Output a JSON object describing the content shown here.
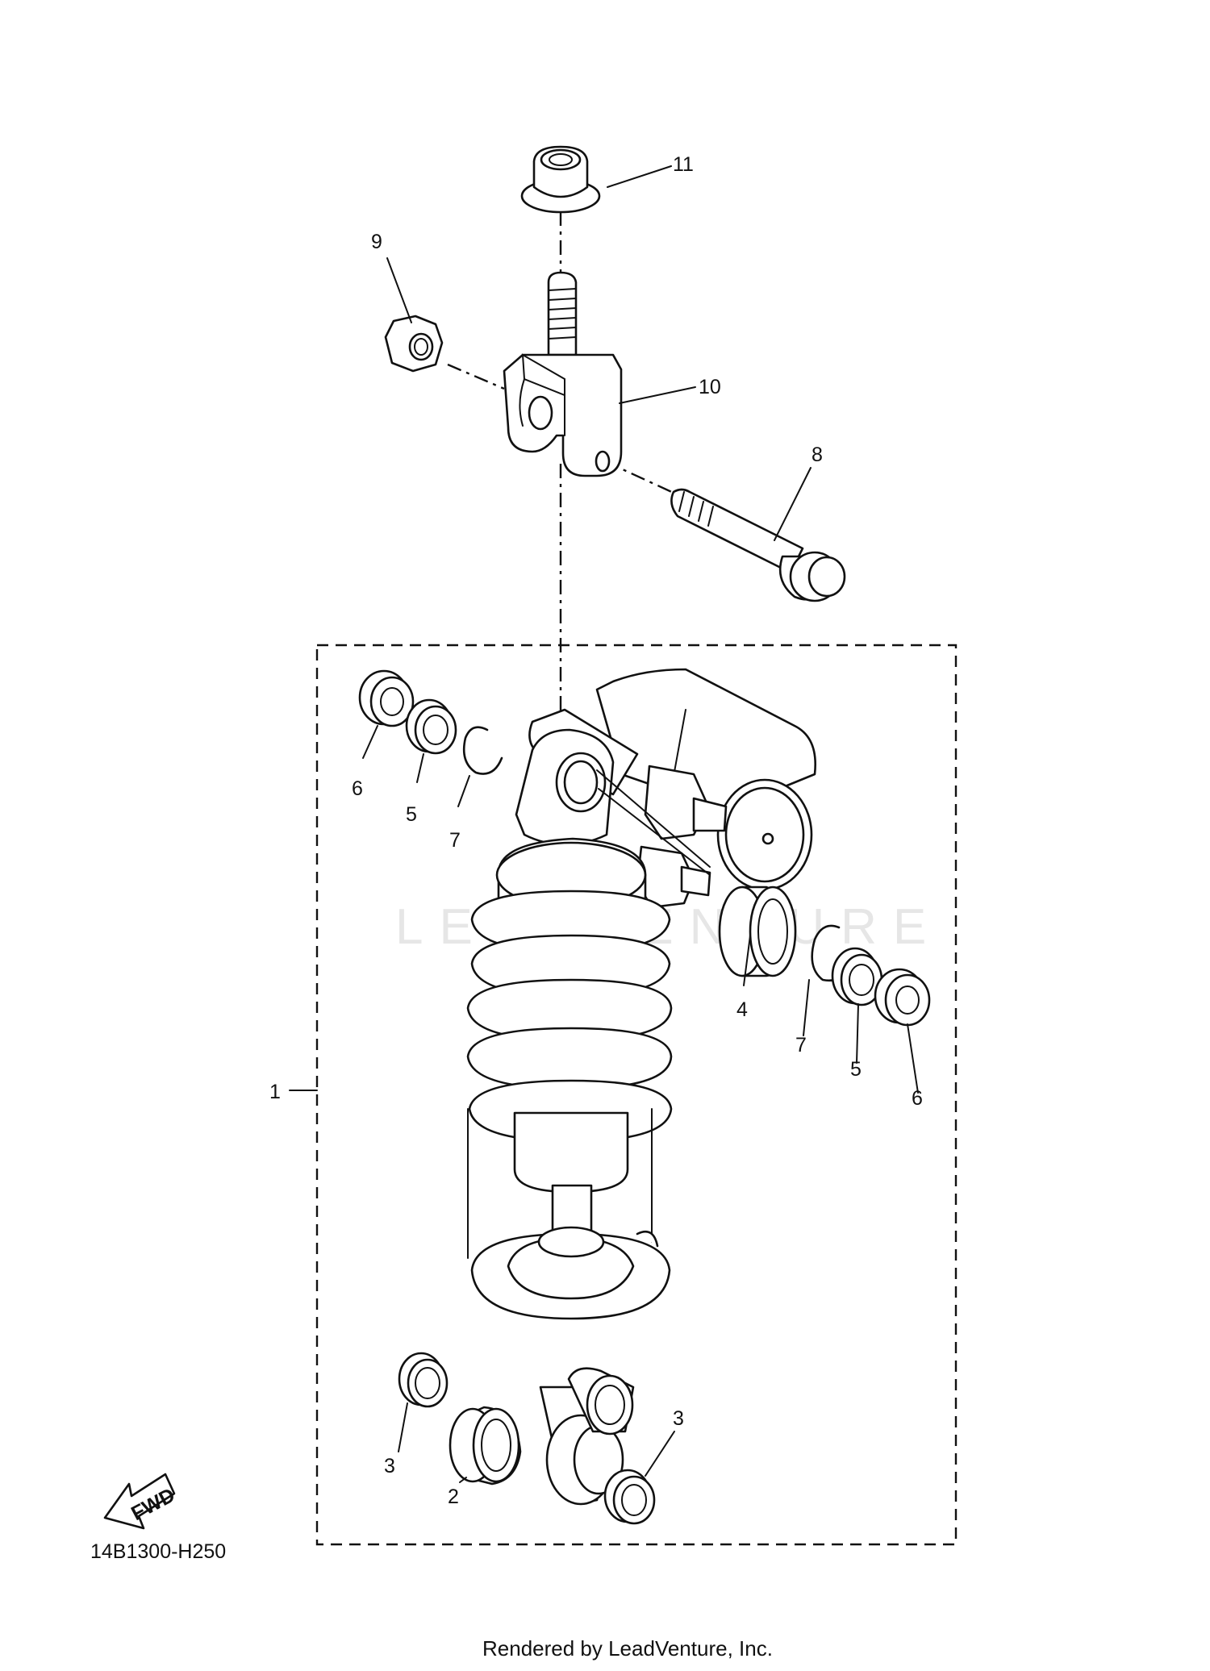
{
  "callouts": {
    "c1": "1",
    "c2": "2",
    "c3a": "3",
    "c3b": "3",
    "c4": "4",
    "c5a": "5",
    "c5b": "5",
    "c6a": "6",
    "c6b": "6",
    "c7a": "7",
    "c7b": "7",
    "c8": "8",
    "c9": "9",
    "c10": "10",
    "c11": "11"
  },
  "fwd_label": "FWD",
  "diagram_code": "14B1300-H250",
  "watermark": "LEADVENTURE",
  "footer": "Rendered by LeadVenture, Inc."
}
